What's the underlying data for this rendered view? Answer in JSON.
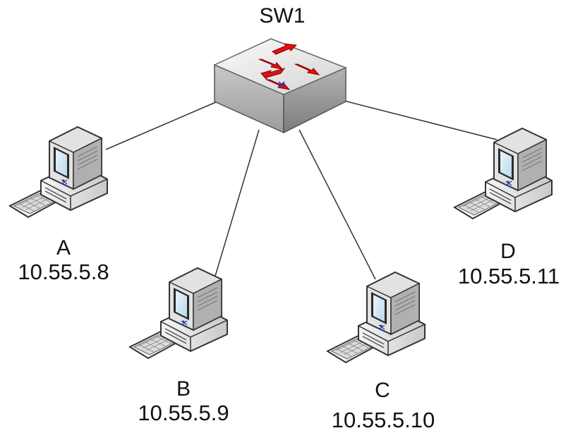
{
  "switch": {
    "name": "SW1",
    "icon": "network-switch-icon"
  },
  "hosts": [
    {
      "name": "A",
      "ip": "10.55.5.8",
      "icon": "workstation-icon"
    },
    {
      "name": "B",
      "ip": "10.55.5.9",
      "icon": "workstation-icon"
    },
    {
      "name": "C",
      "ip": "10.55.5.10",
      "icon": "workstation-icon"
    },
    {
      "name": "D",
      "ip": "10.55.5.11",
      "icon": "workstation-icon"
    }
  ],
  "colors": {
    "link": "#333333",
    "arrow": "#e01010",
    "switch_top": "#e6e6e6",
    "switch_side": "#a8a8a8",
    "screen": "#cfe6f5"
  }
}
